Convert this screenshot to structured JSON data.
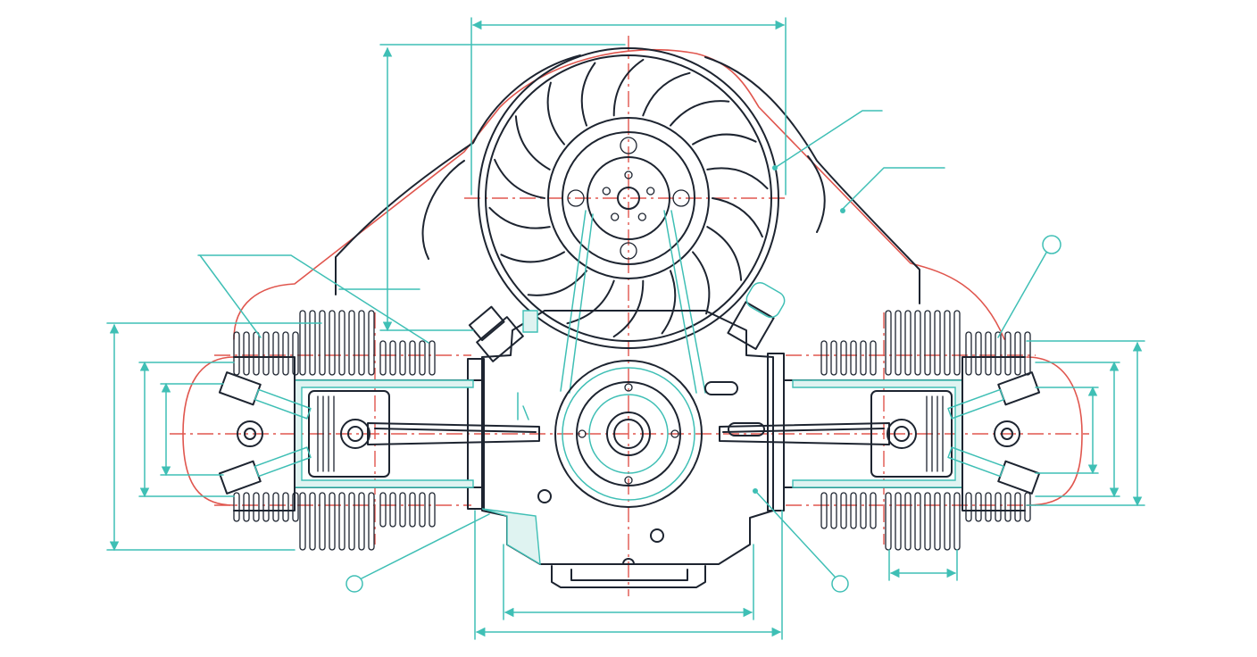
{
  "colors": {
    "outline": "#1d2430",
    "dimension": "#3fbfb5",
    "centerline": "#e0564e",
    "background": "#ffffff"
  },
  "drawing": {
    "kind": "technical line drawing",
    "components": [
      "cooling-fan",
      "pulley",
      "v-belt",
      "crankcase",
      "crankshaft-hub",
      "oil-pan",
      "cylinder-left",
      "cylinder-right",
      "piston-left",
      "piston-right",
      "connecting-rod-left",
      "connecting-rod-right",
      "valve-left-upper",
      "valve-left-lower",
      "valve-right-upper",
      "valve-right-lower",
      "cooling-fins",
      "dimension-lines",
      "leader-callouts",
      "centerlines"
    ]
  }
}
